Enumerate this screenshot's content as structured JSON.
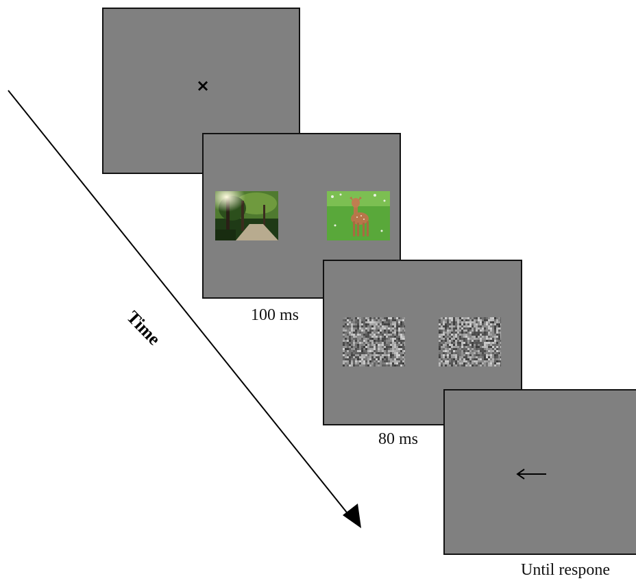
{
  "fixation": {
    "symbol": "×"
  },
  "stimulus_duration": "100 ms",
  "mask_duration": "80 ms",
  "response_duration": "Until respone",
  "time_axis": {
    "label": "Time"
  },
  "response_cue": {
    "direction": "left"
  },
  "colors": {
    "screen": "#808080",
    "border": "#111111"
  }
}
